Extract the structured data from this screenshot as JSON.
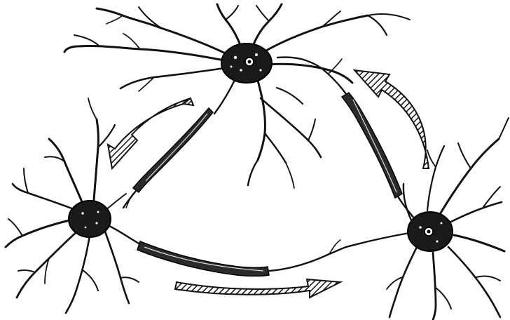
{
  "figure": {
    "neurons": [
      {
        "id": "top",
        "icon": "neuron-cell-icon"
      },
      {
        "id": "left",
        "icon": "neuron-cell-icon"
      },
      {
        "id": "right",
        "icon": "neuron-cell-icon"
      }
    ],
    "arrows": [
      {
        "id": "top-to-left",
        "icon": "hatched-arrow-icon"
      },
      {
        "id": "left-to-right",
        "icon": "hatched-arrow-icon"
      },
      {
        "id": "right-to-top",
        "icon": "hatched-arrow-icon"
      }
    ],
    "colors": {
      "ink": "#111111",
      "paper": "#ffffff"
    }
  }
}
